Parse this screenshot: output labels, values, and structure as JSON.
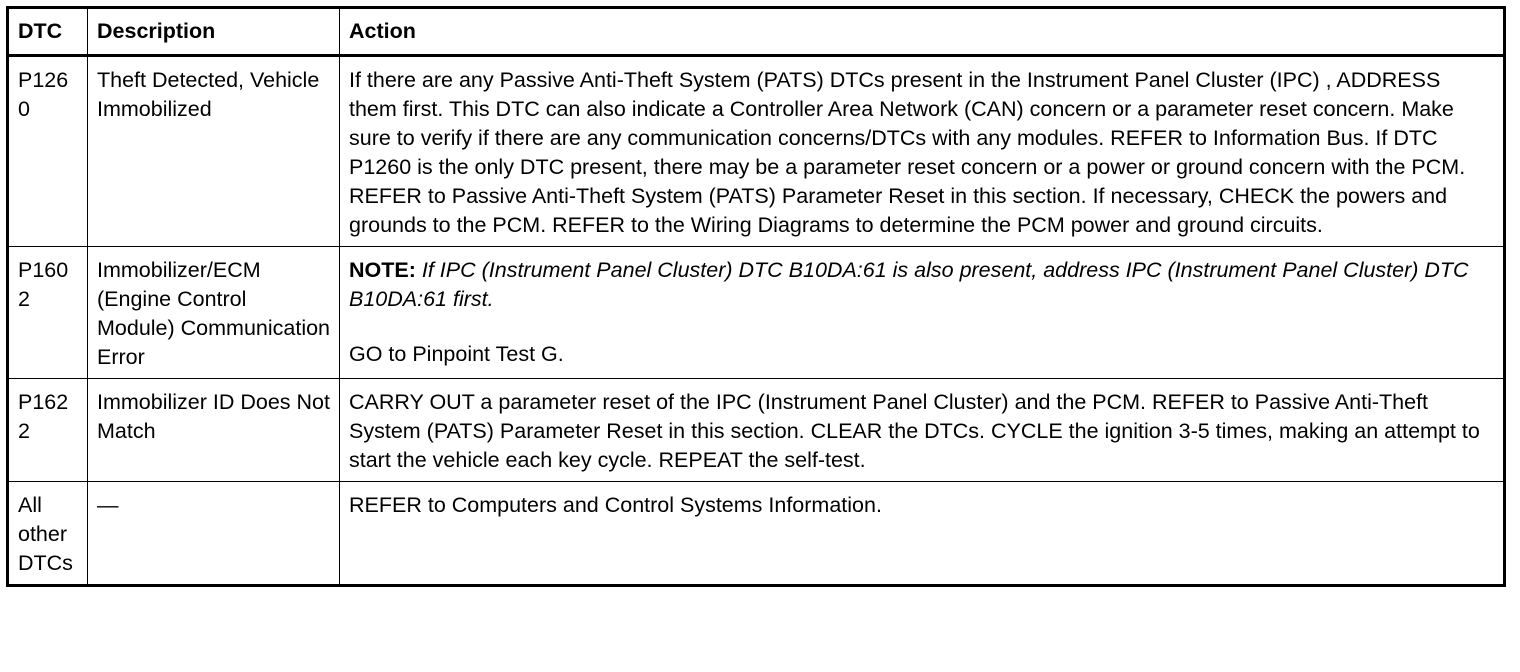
{
  "table": {
    "headers": {
      "dtc": "DTC",
      "description": "Description",
      "action": "Action"
    },
    "rows": [
      {
        "dtc": "P1260",
        "description": "Theft Detected, Vehicle Immobilized",
        "action": "If there are any Passive Anti-Theft System (PATS) DTCs present in the Instrument Panel Cluster (IPC) , ADDRESS them first. This DTC can also indicate a Controller Area Network (CAN) concern or a parameter reset concern. Make sure to verify if there are any communication concerns/DTCs with any modules. REFER to Information Bus. If DTC P1260 is the only DTC present, there may be a parameter reset concern or a power or ground concern with the PCM. REFER to Passive Anti-Theft System (PATS) Parameter Reset in this section. If necessary, CHECK the powers and grounds to the PCM. REFER to the Wiring Diagrams to determine the PCM power and ground circuits."
      },
      {
        "dtc": "P1602",
        "description": "Immobilizer/ECM (Engine Control Module) Communication Error",
        "note_label": "NOTE:",
        "note_text": "If IPC (Instrument Panel Cluster) DTC B10DA:61 is also present, address IPC (Instrument Panel Cluster) DTC B10DA:61 first.",
        "action": "GO to Pinpoint Test G."
      },
      {
        "dtc": "P1622",
        "description": "Immobilizer ID Does Not Match",
        "action": "CARRY OUT a parameter reset of the IPC (Instrument Panel Cluster) and the PCM. REFER to Passive Anti-Theft System (PATS) Parameter Reset in this section. CLEAR the DTCs. CYCLE the ignition 3-5 times, making an attempt to start the vehicle each key cycle. REPEAT the self-test."
      },
      {
        "dtc": "All other DTCs",
        "description": "—",
        "action": "REFER to Computers and Control Systems Information."
      }
    ]
  }
}
